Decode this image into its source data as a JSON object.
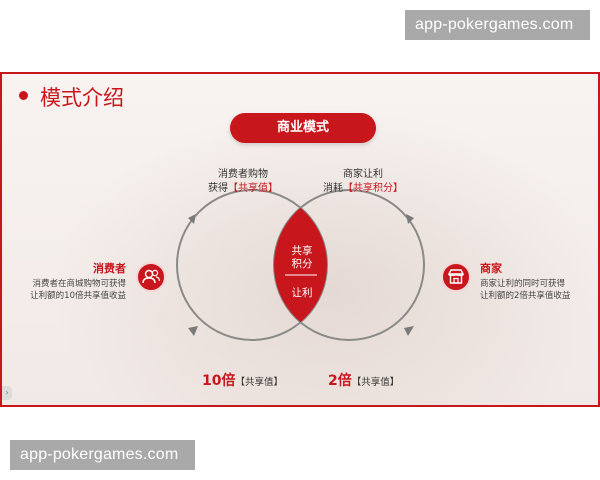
{
  "watermark": {
    "top_text": "app-pokergames.com",
    "bottom_text": "app-pokergames.com"
  },
  "slide": {
    "title": "模式介绍",
    "model_label": "商业模式",
    "left_top": {
      "line1": "消费者购物",
      "line2_prefix": "获得",
      "line2_highlight": "【共享值】"
    },
    "right_top": {
      "line1": "商家让利",
      "line2_prefix": "消耗",
      "line2_highlight": "【共享积分】"
    },
    "consumer": {
      "title": "消费者",
      "desc_line1": "消费者在商城购物可获得",
      "desc_line2": "让利额的10倍共享值收益",
      "icon": "users-icon"
    },
    "merchant": {
      "title": "商家",
      "desc_line1": "商家让利的同时可获得",
      "desc_line2": "让利额的2倍共享值收益",
      "icon": "shop-icon"
    },
    "center": {
      "top_line1": "共享",
      "top_line2": "积分",
      "bottom": "让利"
    },
    "multipliers": {
      "left_big": "10倍",
      "left_small": "【共享值】",
      "right_big": "2倍",
      "right_small": "【共享值】"
    }
  },
  "colors": {
    "accent": "#c8161d",
    "arc": "#8a8a8a",
    "slide_bg": "#f6f0ee"
  }
}
